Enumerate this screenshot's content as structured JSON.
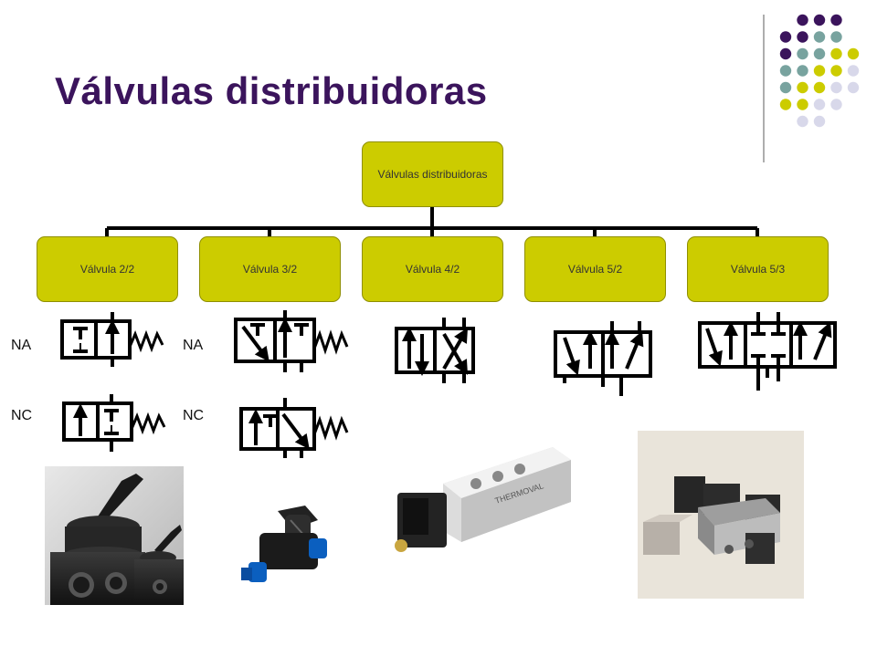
{
  "slide": {
    "title": "Válvulas distribuidoras"
  },
  "diagram": {
    "root": "Válvulas distribuidoras",
    "children": [
      "Válvula 2/2",
      "Válvula 3/2",
      "Válvula 4/2",
      "Válvula 5/2",
      "Válvula 5/3"
    ],
    "node_color": "#cccc00",
    "connector_color": "#000000"
  },
  "symbol_labels": {
    "v22_na": "NA",
    "v22_nc": "NC",
    "v32_na": "NA",
    "v32_nc": "NC"
  },
  "symbols": [
    {
      "valve": "Válvula 2/2",
      "state": "NA",
      "icon": "valve-2-2-na-symbol"
    },
    {
      "valve": "Válvula 2/2",
      "state": "NC",
      "icon": "valve-2-2-nc-symbol"
    },
    {
      "valve": "Válvula 3/2",
      "state": "NA",
      "icon": "valve-3-2-na-symbol"
    },
    {
      "valve": "Válvula 3/2",
      "state": "NC",
      "icon": "valve-3-2-nc-symbol"
    },
    {
      "valve": "Válvula 4/2",
      "icon": "valve-4-2-symbol"
    },
    {
      "valve": "Válvula 5/2",
      "icon": "valve-5-2-symbol"
    },
    {
      "valve": "Válvula 5/3",
      "icon": "valve-5-3-symbol"
    }
  ],
  "photos": [
    "manual-lever-valve-photo",
    "quarter-turn-valve-photo",
    "solenoid-valve-photo",
    "valve-manifold-photo"
  ],
  "colors": {
    "title": "#3b145c",
    "dot_purple": "#3b145c",
    "dot_teal": "#78a39f",
    "dot_olive": "#cccc00",
    "dot_lavender": "#d8d8ea"
  }
}
